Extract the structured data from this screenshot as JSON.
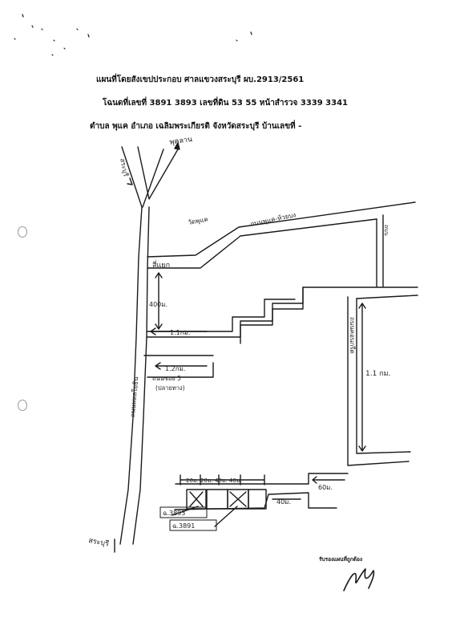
{
  "header": {
    "line1": "แผนที่โดยสังเขปประกอบ ศาลแขวงสระบุรี ผบ.2913/2561",
    "line2": "โฉนดที่เลขที่ 3891 3893 เลขที่ดิน 53 55 หน้าสำรวจ 3339 3341",
    "line3": "ตำบล พุแค อำเภอ เฉลิมพระเกียรติ จังหวัดสระบุรี บ้านเลขที่ -"
  },
  "map": {
    "top_road_label": "พุคลาน",
    "left_top_label": "สระบุรี",
    "junction_label": "สี่แยก",
    "road_label_1": "วัดพุแค",
    "road_label_2": "ถนนพุแค-ห้วยบง",
    "left_road_label": "ถนนพหลโยธิน",
    "dist_400": "400ม.",
    "dist_1_1": "1.1กม.",
    "dist_1_2": "1.2กม.",
    "landmark_1": "ถนนซอย 5",
    "landmark_2": "(ปลายทาง)",
    "right_road_label": "ถนนคอนกรีต",
    "dist_right": "1.1 กม.",
    "bottom_dims": "20ม. 20ม. 40ม. 40ม.",
    "dist_60": "60ม.",
    "dist_40": "40ม.",
    "parcel_1": "ฉ.3893",
    "parcel_2": "ฉ.3891",
    "bottom_left_label": "สระบุรี",
    "right_small_label": "ถนน"
  },
  "certification": {
    "label": "รับรองแผนที่ถูกต้อง",
    "signature": "signature-mark"
  }
}
